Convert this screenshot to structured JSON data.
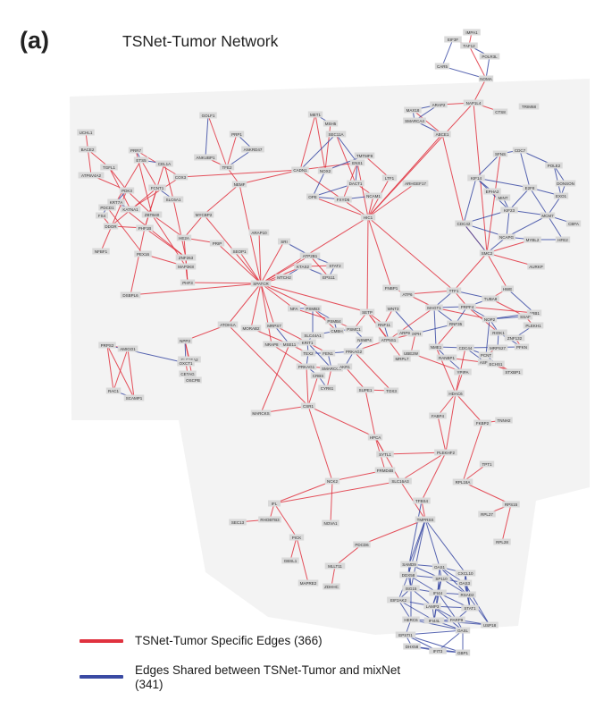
{
  "panel_label": "(a)",
  "title": "TSNet-Tumor Network",
  "legend": {
    "specific_label": "TSNet-Tumor Specific Edges (366)",
    "shared_label": "Edges Shared between TSNet-Tumor and mixNet (341)"
  },
  "colors": {
    "specific_edge": "#e0323f",
    "shared_edge": "#3a4aa3",
    "node_fill": "#d9d9d9",
    "background_panel": "#f3f3f3"
  },
  "nodes": [
    {
      "id": "IMPA1"
    },
    {
      "id": "EIF3F"
    },
    {
      "id": "TAF12"
    },
    {
      "id": "POLR3L"
    },
    {
      "id": "CAR5"
    },
    {
      "id": "NOMA"
    },
    {
      "id": "NAP1L4"
    },
    {
      "id": "CTS8"
    },
    {
      "id": "TRIM68"
    },
    {
      "id": "MAX18"
    },
    {
      "id": "ARAP2"
    },
    {
      "id": "SMARCA4"
    },
    {
      "id": "ABCE1"
    },
    {
      "id": "GOLF1"
    },
    {
      "id": "PRP1"
    },
    {
      "id": "ANKRD47"
    },
    {
      "id": "ANKUBP1"
    },
    {
      "id": "TFE2"
    },
    {
      "id": "NEMF"
    },
    {
      "id": "MYCBP2"
    },
    {
      "id": "MET1"
    },
    {
      "id": "MSH5"
    },
    {
      "id": "UCHL1"
    },
    {
      "id": "BACE2"
    },
    {
      "id": "TGFL1"
    },
    {
      "id": "PRR7"
    },
    {
      "id": "ETS5"
    },
    {
      "id": "CEL1A"
    },
    {
      "id": "COX3"
    },
    {
      "id": "ATP6V4A2"
    },
    {
      "id": "PDK3"
    },
    {
      "id": "FCNT1"
    },
    {
      "id": "SLC6A1"
    },
    {
      "id": "KRT7A"
    },
    {
      "id": "KATNA1"
    },
    {
      "id": "ZBTB40"
    },
    {
      "id": "PDCD1"
    },
    {
      "id": "FS4"
    },
    {
      "id": "DDOR"
    },
    {
      "id": "PHF1B"
    },
    {
      "id": "HE2A"
    },
    {
      "id": "NFBF1"
    },
    {
      "id": "ZNF263"
    },
    {
      "id": "PEX16"
    },
    {
      "id": "MAP3K8"
    },
    {
      "id": "DSBPL6"
    },
    {
      "id": "PHF3"
    },
    {
      "id": "PRIP"
    },
    {
      "id": "SEOP1"
    },
    {
      "id": "ARAP10"
    },
    {
      "id": "CADN1"
    },
    {
      "id": "NOX2"
    },
    {
      "id": "SEC11A"
    },
    {
      "id": "ENS1"
    },
    {
      "id": "TMTMF8"
    },
    {
      "id": "DACT1"
    },
    {
      "id": "OPE"
    },
    {
      "id": "FXYD5"
    },
    {
      "id": "LTF1"
    },
    {
      "id": "NCAM1"
    },
    {
      "id": "HIC1"
    },
    {
      "id": "ARHGEF17"
    },
    {
      "id": "SPATCR"
    },
    {
      "id": "SRI"
    },
    {
      "id": "ATP2B1"
    },
    {
      "id": "STAT2"
    },
    {
      "id": "KTAS2"
    },
    {
      "id": "EPS11"
    },
    {
      "id": "MTCH2"
    },
    {
      "id": "EPHA2"
    },
    {
      "id": "MINT"
    },
    {
      "id": "SFNS"
    },
    {
      "id": "CDC7"
    },
    {
      "id": "POLE2"
    },
    {
      "id": "DONSON"
    },
    {
      "id": "KIF14"
    },
    {
      "id": "E2F8"
    },
    {
      "id": "EXO1"
    },
    {
      "id": "KIF23"
    },
    {
      "id": "MCM7"
    },
    {
      "id": "CBFA"
    },
    {
      "id": "CDC42"
    },
    {
      "id": "SMC2"
    },
    {
      "id": "NCAPG"
    },
    {
      "id": "MYBL2"
    },
    {
      "id": "HFE2"
    },
    {
      "id": "AURKP"
    },
    {
      "id": "FNBP1"
    },
    {
      "id": "HWE"
    },
    {
      "id": "TUBA8"
    },
    {
      "id": "ATP6"
    },
    {
      "id": "TTF1"
    },
    {
      "id": "MAGT1"
    },
    {
      "id": "PRPF4"
    },
    {
      "id": "NOP2"
    },
    {
      "id": "RIOK1"
    },
    {
      "id": "RNF35"
    },
    {
      "id": "NXPH"
    },
    {
      "id": "WNT3"
    },
    {
      "id": "NME1"
    },
    {
      "id": "CDC44"
    },
    {
      "id": "PCNT"
    },
    {
      "id": "MRPS27"
    },
    {
      "id": "SETP"
    },
    {
      "id": "RNF11"
    },
    {
      "id": "ARP9"
    },
    {
      "id": "ATP5S1"
    },
    {
      "id": "UBE2W"
    },
    {
      "id": "MRPL7"
    },
    {
      "id": "RANBP1"
    },
    {
      "id": "ASPH"
    },
    {
      "id": "ZNF132"
    },
    {
      "id": "PFKN"
    },
    {
      "id": "YPIPA"
    },
    {
      "id": "ECHS1"
    },
    {
      "id": "STXBP1"
    },
    {
      "id": "HDAC6"
    },
    {
      "id": "NFA"
    },
    {
      "id": "PSMB3"
    },
    {
      "id": "PSMB4"
    },
    {
      "id": "PSMC1"
    },
    {
      "id": "NSMP4"
    },
    {
      "id": "CMBH"
    },
    {
      "id": "SLC44A1"
    },
    {
      "id": "PRKAG2"
    },
    {
      "id": "MRPS7"
    },
    {
      "id": "MORAB2"
    },
    {
      "id": "NRAP8"
    },
    {
      "id": "MSE11"
    },
    {
      "id": "KRIT1"
    },
    {
      "id": "FEN1"
    },
    {
      "id": "PRKAG1"
    },
    {
      "id": "SMARCC2"
    },
    {
      "id": "AKR1"
    },
    {
      "id": "CRBS"
    },
    {
      "id": "CYR61"
    },
    {
      "id": "TEX2"
    },
    {
      "id": "SUPE1"
    },
    {
      "id": "TOX3"
    },
    {
      "id": "CSR1"
    },
    {
      "id": "MARCKS"
    },
    {
      "id": "ARB1"
    },
    {
      "id": "SSAF"
    },
    {
      "id": "PLEKH1"
    },
    {
      "id": "ATOH1A"
    },
    {
      "id": "NPP3"
    },
    {
      "id": "AMIGO1"
    },
    {
      "id": "SLC26A2"
    },
    {
      "id": "RAC1"
    },
    {
      "id": "SCAMP1"
    },
    {
      "id": "PRPS2"
    },
    {
      "id": "OXCT1"
    },
    {
      "id": "CETAG"
    },
    {
      "id": "OSCPB"
    },
    {
      "id": "FABP4"
    },
    {
      "id": "FKBP2"
    },
    {
      "id": "TNNH2"
    },
    {
      "id": "HPCA"
    },
    {
      "id": "PLEKHF2"
    },
    {
      "id": "TPT1"
    },
    {
      "id": "RPL18A"
    },
    {
      "id": "RPS15"
    },
    {
      "id": "RPL27"
    },
    {
      "id": "RPL28"
    },
    {
      "id": "SYTL1"
    },
    {
      "id": "FRMD4B"
    },
    {
      "id": "SLC16A3"
    },
    {
      "id": "TFBS4"
    },
    {
      "id": "TMPRSS"
    },
    {
      "id": "NCK2"
    },
    {
      "id": "IFL"
    },
    {
      "id": "RHOBTB3"
    },
    {
      "id": "NOVA1"
    },
    {
      "id": "PICK"
    },
    {
      "id": "GBSL1"
    },
    {
      "id": "MAPRE2"
    },
    {
      "id": "MLLT11"
    },
    {
      "id": "ZDHHC"
    },
    {
      "id": "PDCD6"
    },
    {
      "id": "SEC13"
    },
    {
      "id": "SAMD9"
    },
    {
      "id": "OAS1"
    },
    {
      "id": "CXCL10"
    },
    {
      "id": "DDX58"
    },
    {
      "id": "SP110"
    },
    {
      "id": "OAS3"
    },
    {
      "id": "ISG15"
    },
    {
      "id": "IFI44"
    },
    {
      "id": "RSAD2"
    },
    {
      "id": "EIF2AK2"
    },
    {
      "id": "LAMP3"
    },
    {
      "id": "STAT1"
    },
    {
      "id": "HERC6"
    },
    {
      "id": "IFI44L"
    },
    {
      "id": "PARP9"
    },
    {
      "id": "USP18"
    },
    {
      "id": "EPSTI1"
    },
    {
      "id": "OASL"
    },
    {
      "id": "DHX58"
    },
    {
      "id": "IFIT3"
    },
    {
      "id": "GBP1"
    }
  ]
}
